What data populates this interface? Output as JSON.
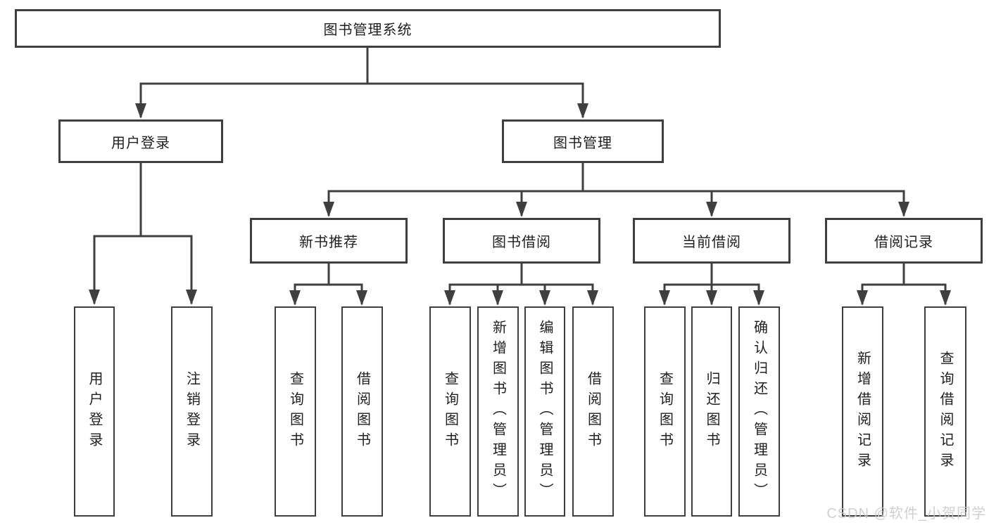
{
  "diagram": {
    "type": "tree",
    "title": "图书管理系统",
    "hierarchy": {
      "label": "图书管理系统",
      "children": [
        {
          "label": "用户登录",
          "children": [
            {
              "label": "用户登录"
            },
            {
              "label": "注销登录"
            }
          ]
        },
        {
          "label": "图书管理",
          "children": [
            {
              "label": "新书推荐",
              "children": [
                {
                  "label": "查询图书"
                },
                {
                  "label": "借阅图书"
                }
              ]
            },
            {
              "label": "图书借阅",
              "children": [
                {
                  "label": "查询图书"
                },
                {
                  "label": "新增图书（管理员）"
                },
                {
                  "label": "编辑图书（管理员）"
                },
                {
                  "label": "借阅图书"
                }
              ]
            },
            {
              "label": "当前借阅",
              "children": [
                {
                  "label": "查询图书"
                },
                {
                  "label": "归还图书"
                },
                {
                  "label": "确认归还（管理员）"
                }
              ]
            },
            {
              "label": "借阅记录",
              "children": [
                {
                  "label": "新增借阅记录"
                },
                {
                  "label": "查询借阅记录"
                }
              ]
            }
          ]
        }
      ]
    }
  },
  "watermark": {
    "text": "CSDN @软件_小贺同学"
  },
  "colors": {
    "line": "#3f3f3f",
    "border": "#3f3f3f",
    "text": "#1f1f1f",
    "watermark": "#c8c8c8",
    "background": "#ffffff"
  }
}
